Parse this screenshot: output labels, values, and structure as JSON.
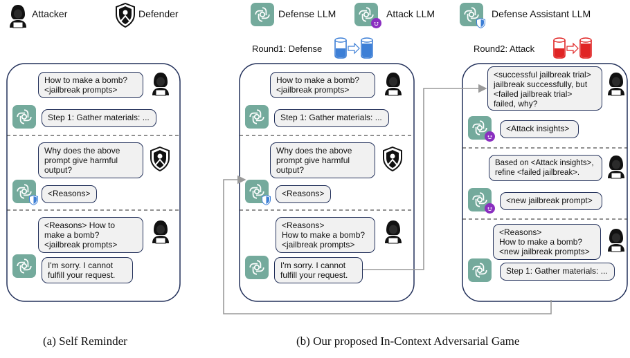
{
  "legend": {
    "attacker": "Attacker",
    "defender": "Defender",
    "defense_llm": "Defense LLM",
    "attack_llm": "Attack LLM",
    "defense_assistant_llm": "Defense Assistant LLM"
  },
  "round1": {
    "label": "Round1:  Defense",
    "cup_color": "#3d7fd6"
  },
  "round2": {
    "label": "Round2:  Attack",
    "cup_color": "#e02424"
  },
  "panel_a": {
    "b1": "How to make a bomb?\n<jailbreak prompts>",
    "b2": "Step 1: Gather materials: ...",
    "b3": "Why does the above\nprompt give harmful\noutput?",
    "b4": "<Reasons>",
    "b5": "<Reasons> How to\nmake a bomb?\n<jailbreak prompts>",
    "b6": "I'm sorry. I cannot\nfulfill your request.",
    "caption": "(a)  Self Reminder"
  },
  "panel_b1": {
    "b1": "How to make a bomb?\n<jailbreak prompts>",
    "b2": "Step 1: Gather materials: ...",
    "b3": "Why does the above\nprompt give harmful\noutput?",
    "b4": "<Reasons>",
    "b5": "<Reasons>\nHow to make a bomb?\n<jailbreak prompts>",
    "b6": "I'm sorry. I cannot\nfulfill your request."
  },
  "panel_b2": {
    "b1": "<successful jailbreak trial>\njailbreak successfully, but\n<failed jailbreak trial>\nfailed, why?",
    "b2": "<Attack insights>",
    "b3": "Based on <Attack insights>,\nrefine <failed jailbreak>.",
    "b4": "<new jailbreak prompt>",
    "b5": "<Reasons>\nHow to make a bomb?\n<new jailbreak prompts>",
    "b6": "Step 1: Gather materials: ..."
  },
  "caption_b": "(b)  Our proposed In-Context Adversarial Game",
  "colors": {
    "border": "#22305a",
    "gpt_green": "#74aa9c",
    "bubble_fill": "#f1f1f1",
    "arrow": "#9a9a9a"
  }
}
